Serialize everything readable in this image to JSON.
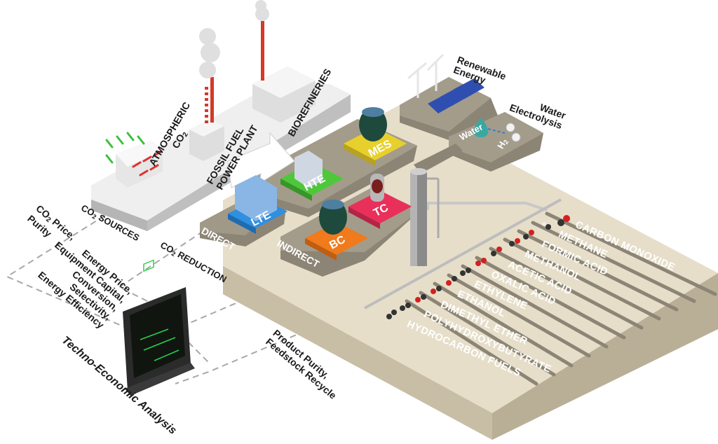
{
  "sources": {
    "atmospheric": [
      "ATMOSPHERIC",
      "CO"
    ],
    "fossil": [
      "FOSSIL FUEL",
      "POWER PLANT"
    ],
    "biorefineries": "BIOREFINERIES",
    "platform": "CO",
    "platform_suffix": "SOURCES",
    "sub": "2"
  },
  "reduction": {
    "direct": "DIRECT",
    "indirect": "INDIRECT",
    "title": "CO",
    "title_suffix": "REDUCTION",
    "technologies": [
      "LTE",
      "HTE",
      "MES",
      "BC",
      "TC"
    ]
  },
  "energy": {
    "renewable": [
      "Renewable",
      "Energy"
    ],
    "electrolysis": [
      "Water",
      "Electrolysis"
    ],
    "water": "Water",
    "h2": "H"
  },
  "products": [
    "CARBON MONOXIDE",
    "METHANE",
    "FORMIC ACID",
    "METHANOL",
    "ACETIC ACID",
    "OXALIC ACID",
    "ETHYLENE",
    "ETHANOL",
    "DIMETHYL ETHER",
    "POLYHYDROXYBUTYRATE",
    "HYDROCARBON FUELS"
  ],
  "tea": {
    "co2_price": [
      "CO",
      "Price,",
      "Purity"
    ],
    "energy": [
      "Energy Price,",
      "Equipment Capital,",
      "Conversion,",
      "Selectivity,",
      "Energy Efficiency"
    ],
    "product": [
      "Product Purity,",
      "Feedstock Recycle"
    ],
    "title": "Techno-Economic Analysis"
  },
  "colors": {
    "LTE": "#2f8fe0",
    "HTE": "#4fc73a",
    "MES": "#e8d02c",
    "BC": "#f07a1c",
    "TC": "#e8305a",
    "platform_beige": "#e4dcc8",
    "platform_gray": "#9a9384",
    "screen_green": "#29d14a"
  }
}
